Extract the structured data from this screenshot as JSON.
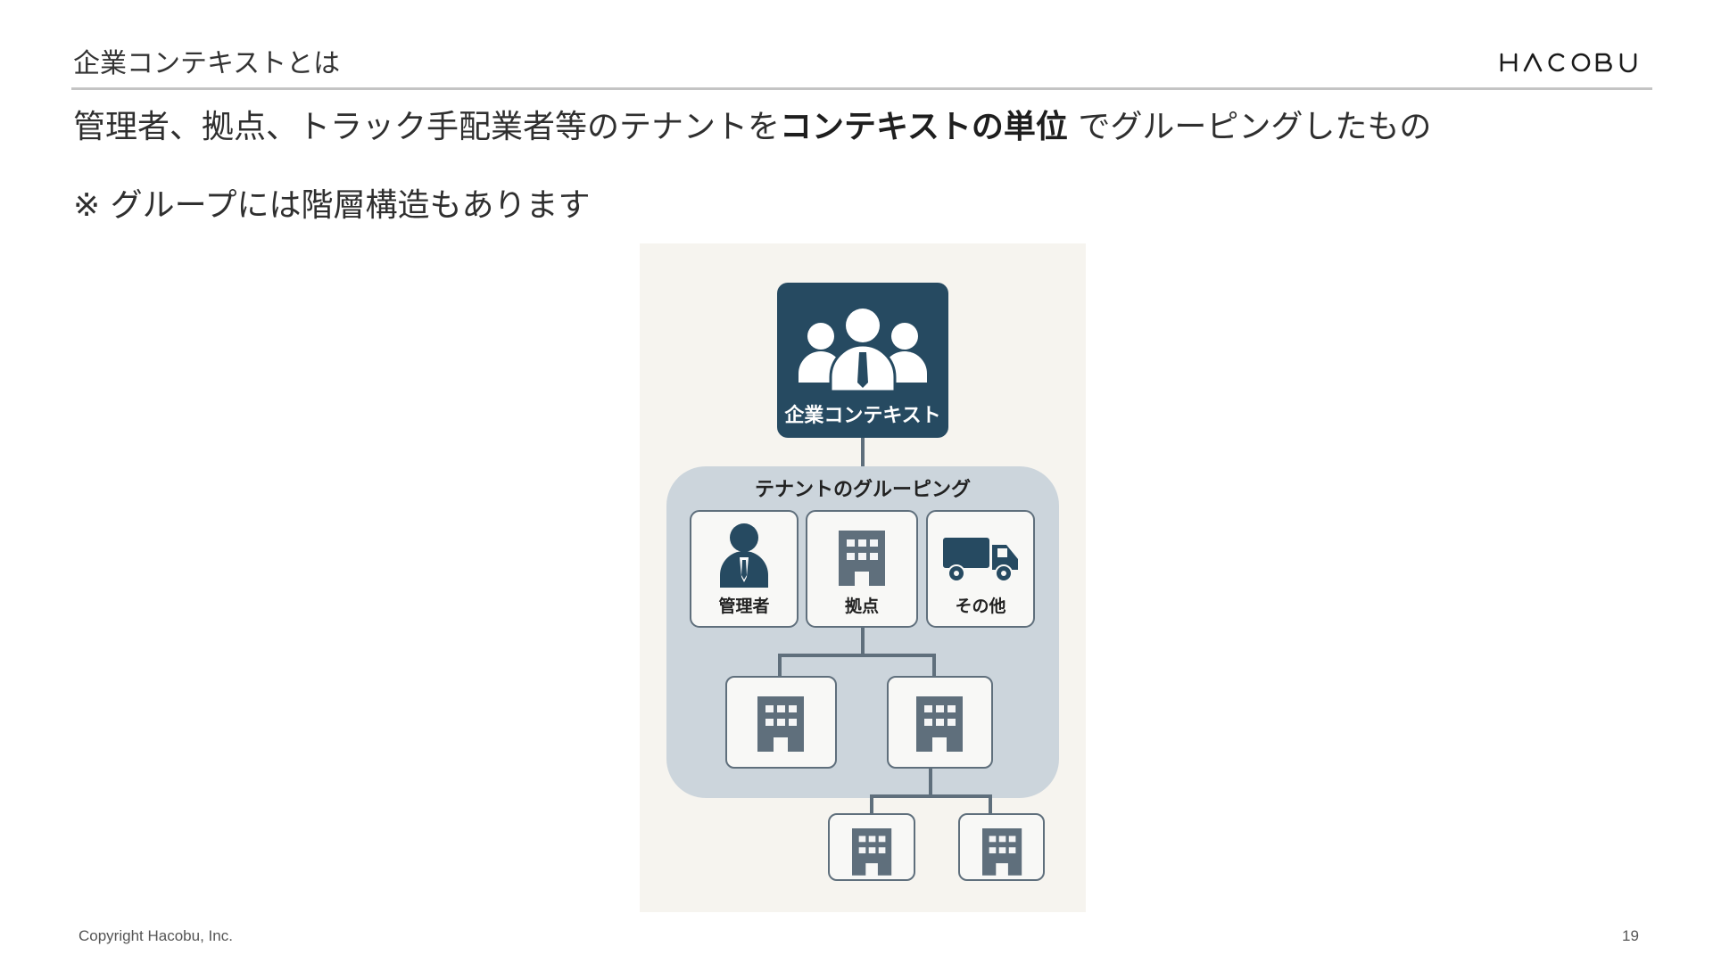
{
  "header": {
    "title": "企業コンテキストとは",
    "logo_text": "HACOBU"
  },
  "body": {
    "lead_before": "管理者、拠点、トラック手配業者等のテナントを",
    "lead_bold": "コンテキストの単位",
    "lead_after": " でグルーピングしたもの",
    "note": "※ グループには階層構造もあります"
  },
  "diagram": {
    "top_box_label": "企業コンテキスト",
    "group_title": "テナントのグルーピング",
    "tenant_cards": [
      {
        "label": "管理者",
        "icon": "person-tie-icon"
      },
      {
        "label": "拠点",
        "icon": "building-icon"
      },
      {
        "label": "その他",
        "icon": "truck-icon"
      }
    ],
    "colors": {
      "navy": "#264a61",
      "slate": "#5f6f7c",
      "group_bg": "#ccd5dc",
      "card_bg": "#f8f8f6",
      "figure_bg": "#f6f4ef"
    }
  },
  "footer": {
    "copyright": "Copyright Hacobu, Inc.",
    "page_number": "19"
  }
}
